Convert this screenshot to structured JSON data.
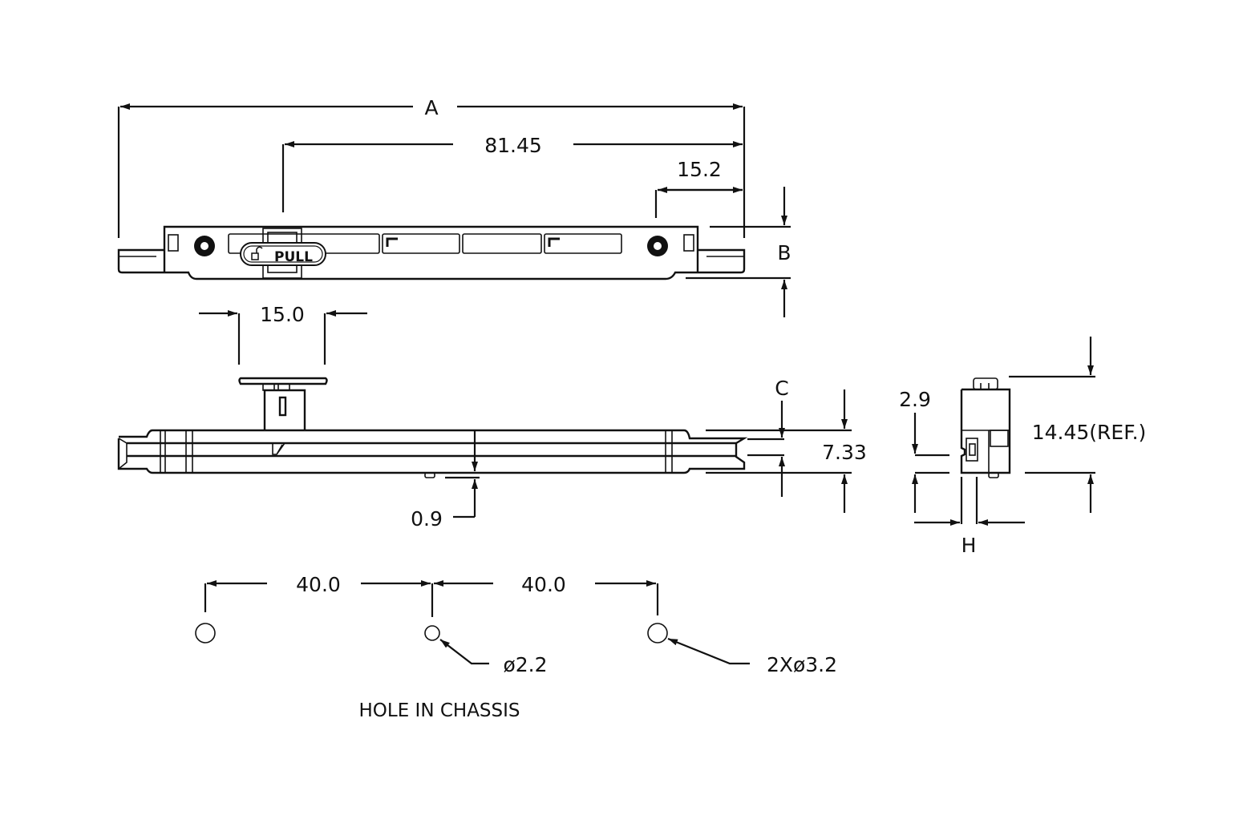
{
  "dimensions": {
    "overall_length": "A",
    "pitch": "81.45",
    "end_offset": "15.2",
    "height_b": "B",
    "knob_width": "15.0",
    "c_label": "C",
    "side_height": "7.33",
    "lug": "0.9",
    "end_height": "2.9",
    "total_height": "14.45(REF.)",
    "h_label": "H",
    "hole_spacing_left": "40.0",
    "hole_spacing_right": "40.0",
    "center_hole": "ø2.2",
    "mount_holes": "2Xø3.2"
  },
  "labels": {
    "pull": "PULL",
    "hole_caption": "HOLE IN CHASSIS"
  }
}
